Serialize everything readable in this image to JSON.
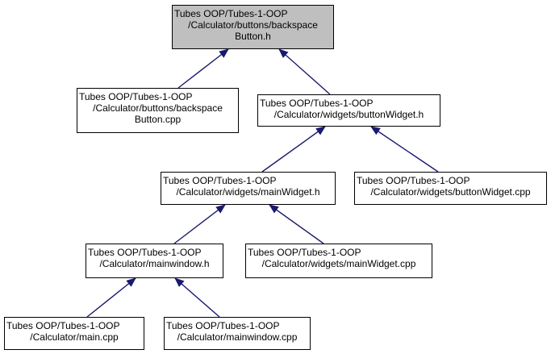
{
  "colors": {
    "root_fill": "#bfbfbf",
    "node_fill": "#ffffff",
    "node_border": "#000000",
    "edge": "#191970"
  },
  "nodes": {
    "backspace_button_h": {
      "lines": [
        "Tubes OOP/Tubes-1-OOP",
        "/Calculator/buttons/backspace",
        "Button.h"
      ]
    },
    "backspace_button_cpp": {
      "lines": [
        "Tubes OOP/Tubes-1-OOP",
        "/Calculator/buttons/backspace",
        "Button.cpp"
      ]
    },
    "button_widget_h": {
      "lines": [
        "Tubes OOP/Tubes-1-OOP",
        "/Calculator/widgets/buttonWidget.h"
      ]
    },
    "main_widget_h": {
      "lines": [
        "Tubes OOP/Tubes-1-OOP",
        "/Calculator/widgets/mainWidget.h"
      ]
    },
    "button_widget_cpp": {
      "lines": [
        "Tubes OOP/Tubes-1-OOP",
        "/Calculator/widgets/buttonWidget.cpp"
      ]
    },
    "mainwindow_h": {
      "lines": [
        "Tubes OOP/Tubes-1-OOP",
        "/Calculator/mainwindow.h"
      ]
    },
    "main_widget_cpp": {
      "lines": [
        "Tubes OOP/Tubes-1-OOP",
        "/Calculator/widgets/mainWidget.cpp"
      ]
    },
    "main_cpp": {
      "lines": [
        "Tubes OOP/Tubes-1-OOP",
        "/Calculator/main.cpp"
      ]
    },
    "mainwindow_cpp": {
      "lines": [
        "Tubes OOP/Tubes-1-OOP",
        "/Calculator/mainwindow.cpp"
      ]
    }
  }
}
